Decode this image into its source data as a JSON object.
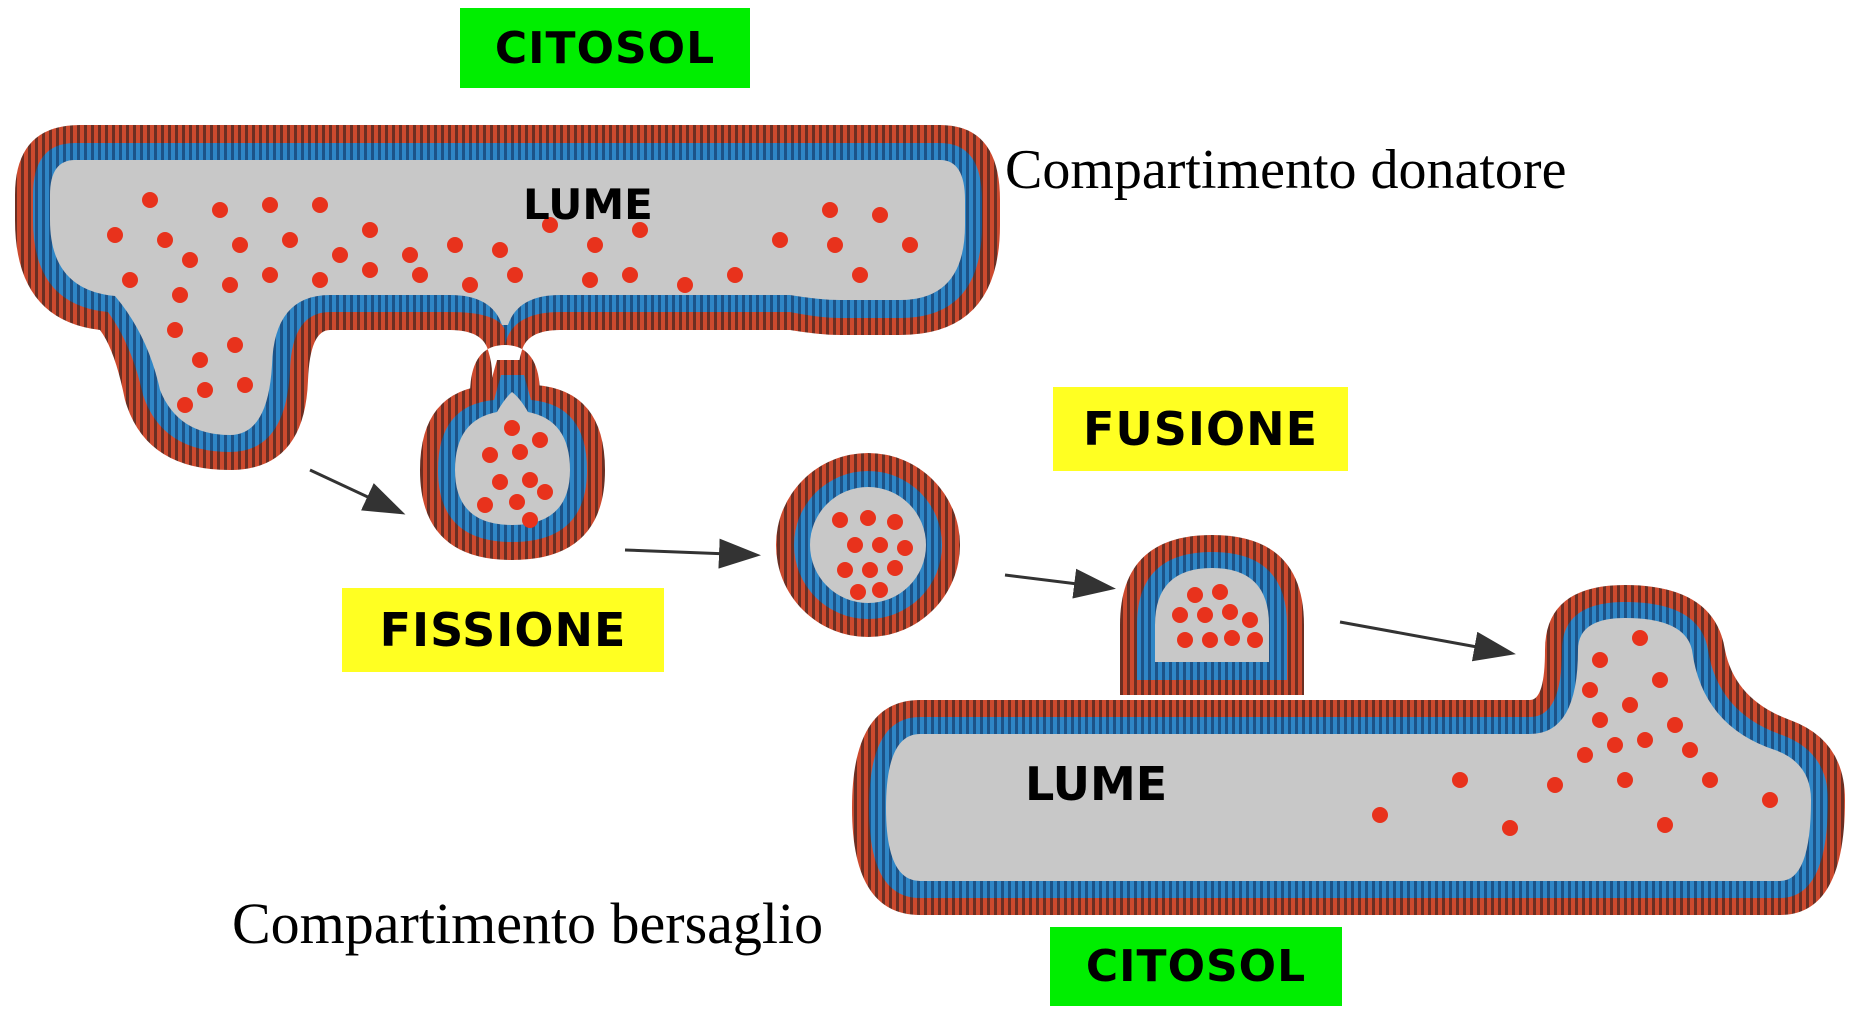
{
  "labels": {
    "citosol_top": "CITOSOL",
    "citosol_bottom": "CITOSOL",
    "donor_compartment": "Compartimento donatore",
    "target_compartment": "Compartimento bersaglio",
    "lume_donor": "LUME",
    "lume_target": "LUME",
    "fission": "FISSIONE",
    "fusion": "FUSIONE"
  },
  "colors": {
    "lumen": "#c8c8c8",
    "outer_leaflet": "#cc4a2e",
    "inner_leaflet": "#2f86c6",
    "membrane_core": "#1a2a44",
    "cargo": "#e8321c",
    "citosol_box": "#00ee00",
    "process_box": "#ffff22"
  }
}
